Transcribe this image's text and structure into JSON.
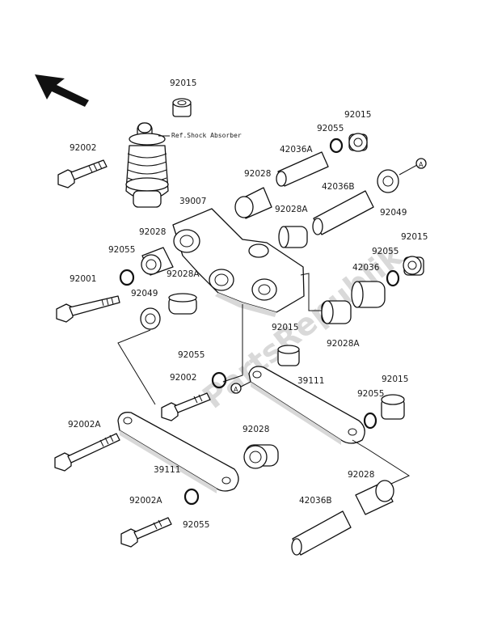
{
  "watermark": "PartsRepublik",
  "labels": {
    "p92015_a": "92015",
    "ref_shock": "Ref.Shock Absorber",
    "p92002_top": "92002",
    "p92055_a": "92055",
    "p92015_b": "92015",
    "p42036A": "42036A",
    "p92028_a": "92028",
    "p42036B_a": "42036B",
    "circle_a_top": "A",
    "p39007": "39007",
    "p92028A_a": "92028A",
    "p92049_a": "92049",
    "p92028_b": "92028",
    "p92055_b": "92055",
    "p92015_c": "92015",
    "p92055_c": "92055",
    "p42036": "42036",
    "p92028A_b": "92028A",
    "p92001": "92001",
    "p92049_b": "92049",
    "p92028A_c": "92028A",
    "p92015_d": "92015",
    "p92055_d": "92055",
    "p39111_a": "39111",
    "p92015_e": "92015",
    "p92002_mid": "92002",
    "circle_a_mid": "A",
    "p92055_e": "92055",
    "p92002A_a": "92002A",
    "p92028_c": "92028",
    "p39111_b": "39111",
    "p92028_d": "92028",
    "p92002A_b": "92002A",
    "p42036B_b": "42036B",
    "p92055_f": "92055"
  }
}
